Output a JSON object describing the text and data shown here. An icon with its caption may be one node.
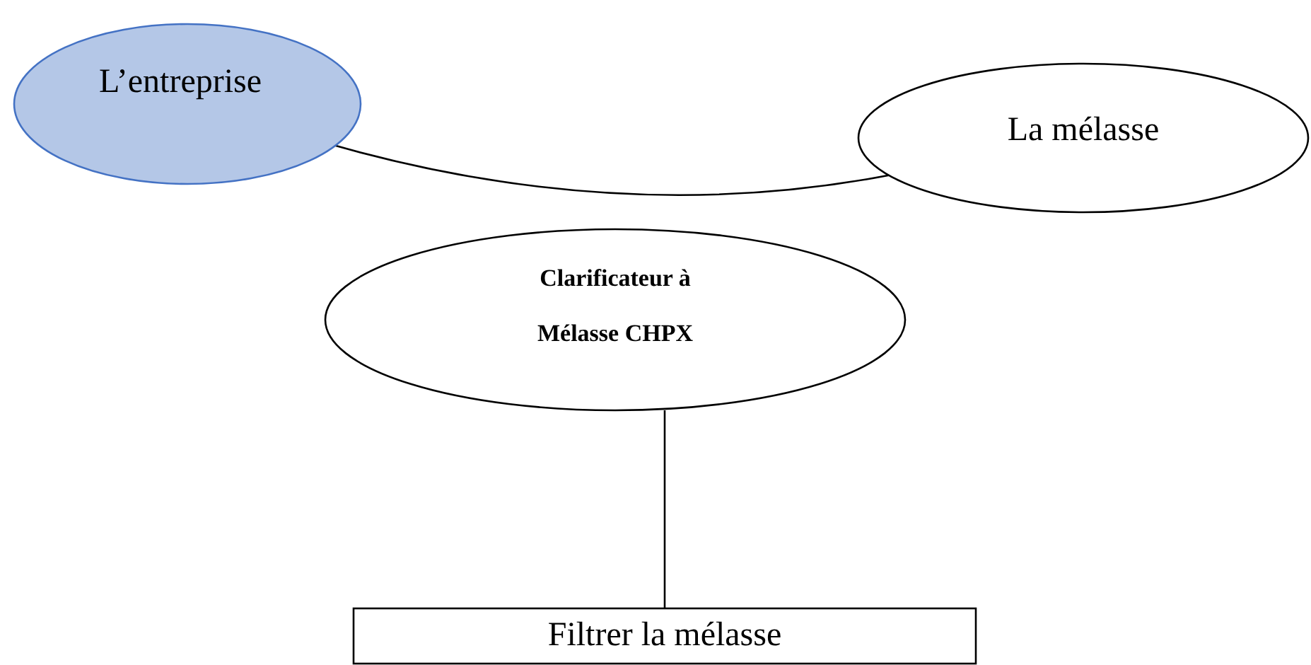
{
  "diagram": {
    "nodes": [
      {
        "text": [
          "L’entreprise"
        ]
      },
      {
        "text": [
          "La mélasse"
        ]
      },
      {
        "text": [
          "Clarificateur à Mélasse CHPX"
        ]
      },
      {
        "text": [
          "Filtrer la mélasse"
        ]
      }
    ],
    "edges": [
      {
        "from": 0,
        "to": 1,
        "arrow": "none"
      },
      {
        "from": 2,
        "to": 3,
        "arrow": "none"
      }
    ]
  }
}
